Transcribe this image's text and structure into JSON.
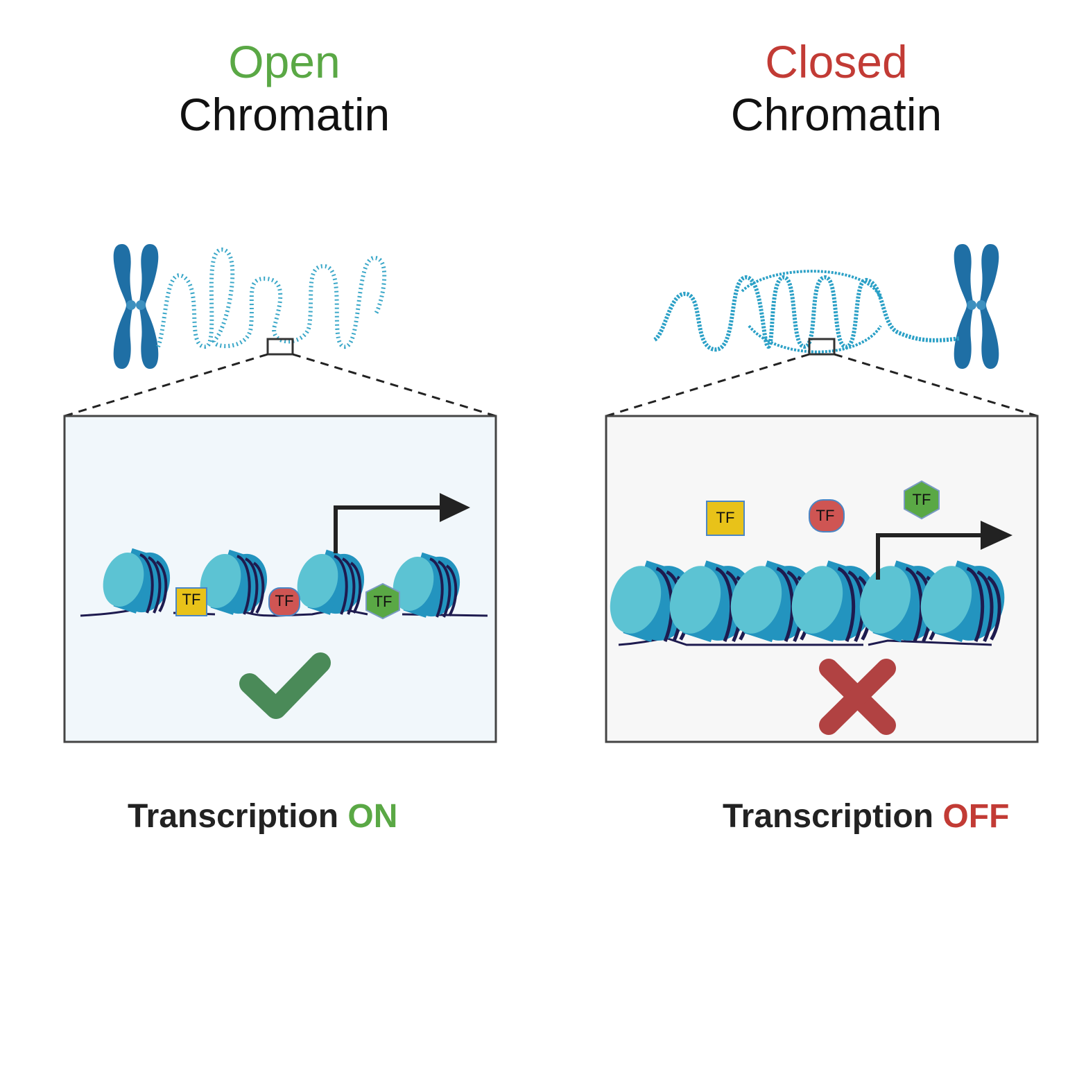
{
  "open_panel": {
    "state": "Open",
    "label": "Chromatin",
    "caption_prefix": "Transcription",
    "caption_status": "ON",
    "tf_labels": [
      "TF",
      "TF",
      "TF"
    ]
  },
  "closed_panel": {
    "state": "Closed",
    "label": "Chromatin",
    "caption_prefix": "Transcription",
    "caption_status": "OFF",
    "tf_labels": [
      "TF",
      "TF",
      "TF"
    ]
  },
  "colors": {
    "open": "#5aa845",
    "closed": "#c23b35",
    "chromosome": "#1f6fa5",
    "nucleosome": "#2aa0c6",
    "nucleosome_top": "#5cc3d3",
    "dna": "#1e1b4f",
    "tf_yellow": "#e8c219",
    "tf_red": "#cf5553",
    "tf_green": "#5aa845",
    "check": "#4a8a58",
    "cross": "#b14242"
  }
}
